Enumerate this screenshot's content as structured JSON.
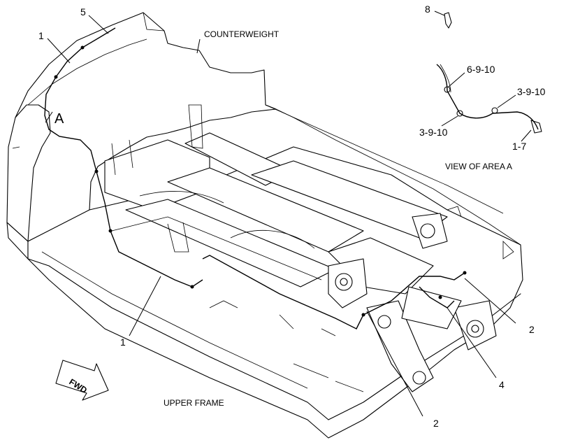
{
  "labels": {
    "counterweight": "COUNTERWEIGHT",
    "upper_frame": "UPPER FRAME",
    "view_of_area": "VIEW OF AREA A",
    "area_marker": "A",
    "fwd": "FWD"
  },
  "callouts": {
    "c5": "5",
    "c1_top": "1",
    "c1_bottom": "1",
    "c8": "8",
    "c6_9_10": "6-9-10",
    "c3_9_10_right": "3-9-10",
    "c3_9_10_left": "3-9-10",
    "c1_7": "1-7",
    "c2_right": "2",
    "c4": "4",
    "c2_bottom": "2"
  }
}
